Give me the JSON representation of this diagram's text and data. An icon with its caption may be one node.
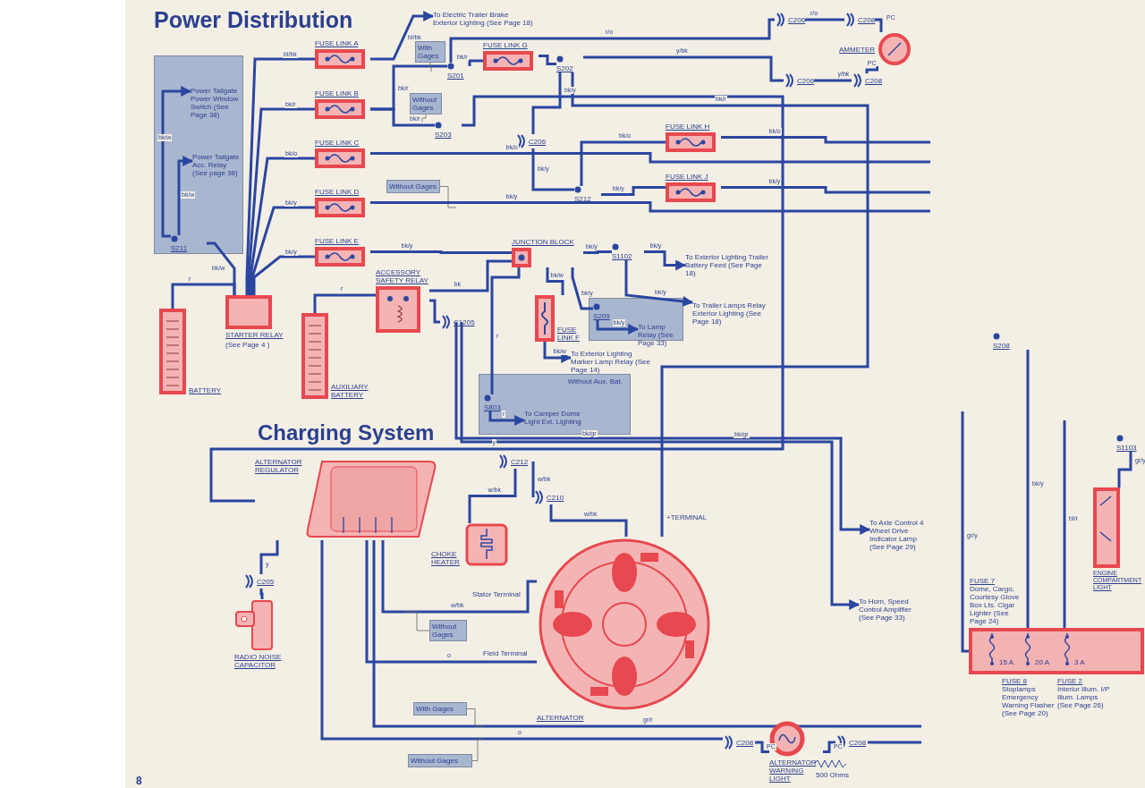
{
  "diagram": {
    "title": "Power Distribution",
    "nodes": [
      {
        "text": [],
        "shape": "box"
      },
      {
        "text": [
          "Power Tailgate Power Window Switch (See Page 38)"
        ],
        "in": 0
      },
      {
        "text": [
          "Power Tailgate Acc. Relay (See page 38)"
        ],
        "in": 0
      },
      {
        "text": [
          "S211"
        ],
        "in": 0
      },
      {
        "text": [
          "STARTER RELAY",
          "(See Page 4 )"
        ]
      },
      {
        "text": [
          "FUSE LINK A"
        ]
      },
      {
        "text": [
          "FUSE LINK B"
        ]
      },
      {
        "text": [
          "FUSE LINK C"
        ]
      },
      {
        "text": [
          "FUSE LINK D"
        ]
      },
      {
        "text": [
          "FUSE LINK E"
        ]
      },
      {
        "text": [
          "To Electric Trailer Brake Exterior Lighting (See Page 18)"
        ]
      },
      {
        "text": [
          "With Gages"
        ]
      },
      {
        "text": [
          "S201"
        ]
      },
      {
        "text": [
          "Without Gages"
        ]
      },
      {
        "text": [
          "S203"
        ]
      },
      {
        "text": [
          "FUSE LINK G"
        ]
      },
      {
        "text": [
          "S202"
        ]
      },
      {
        "text": [
          "Without Gages"
        ]
      },
      {
        "text": [
          "C206"
        ]
      },
      {
        "text": [
          "FUSE LINK H"
        ]
      },
      {
        "text": [
          "FUSE LINK J"
        ]
      },
      {
        "text": [
          "S212"
        ]
      },
      {
        "text": [
          "C206"
        ]
      },
      {
        "text": [
          "C208"
        ]
      },
      {
        "text": [
          "AMMETER"
        ]
      },
      {
        "text": [
          "C206"
        ]
      },
      {
        "text": [
          "C208"
        ]
      },
      {
        "text": [
          "JUNCTION BLOCK"
        ]
      },
      {
        "text": [
          "S1102"
        ]
      },
      {
        "text": [
          "To Exterior Lighting Trailer Battery Feed (See Page 18)"
        ]
      },
      {
        "text": [
          "To Trailer Lamps Relay Exterior Lighting (See Page 18)"
        ]
      },
      {
        "text": [],
        "shape": "box"
      },
      {
        "text": [
          "S209"
        ],
        "in": 31
      },
      {
        "text": [
          "To Lamp Relay (See Page 33)"
        ],
        "in": 31
      },
      {
        "text": [
          "FUSE LINK F"
        ]
      },
      {
        "text": [
          "To Exterior Lighting Marker Lamp Relay (See Page 14)"
        ]
      },
      {
        "text": [
          "Without Aux. Bat."
        ]
      },
      {
        "text": [
          "S803"
        ],
        "in": 36
      },
      {
        "text": [
          "To Camper Dome Light Ext. Lighting"
        ],
        "in": 36
      },
      {
        "text": [
          "BATTERY"
        ]
      },
      {
        "text": [
          "AUXILIARY BATTERY"
        ]
      },
      {
        "text": [
          "ACCESSORY SAFETY RELAY"
        ]
      },
      {
        "text": [
          "C1205"
        ]
      },
      {
        "text": [
          "ALTERNATOR REGULATOR"
        ]
      },
      {
        "text": [
          "C205"
        ]
      },
      {
        "text": [
          "RADIO NOISE CAPACITOR"
        ]
      },
      {
        "text": [
          "C212"
        ]
      },
      {
        "text": [
          "CHOKE HEATER"
        ]
      },
      {
        "text": [
          "C210"
        ]
      },
      {
        "text": [
          "ALTERNATOR"
        ]
      },
      {
        "text": [
          "Without Gages"
        ]
      },
      {
        "text": [
          "With Gages"
        ]
      },
      {
        "text": [
          "Without Gages"
        ]
      },
      {
        "text": [
          "To Axle Control 4 Wheel Drive Indicator Lamp (See Page 29)"
        ]
      },
      {
        "text": [
          "To Horn, Speed Control Amplifier (See Page 33)"
        ]
      },
      {
        "text": [
          "C208"
        ]
      },
      {
        "text": [
          "ALTERNATOR WARNING LIGHT"
        ]
      },
      {
        "text": [
          "C208"
        ]
      },
      {
        "text": [
          "S208"
        ]
      },
      {
        "text": [],
        "shape": "box"
      },
      {
        "text": [
          "FUSE 7",
          "Dome, Cargo, Courtesy Glove Box Lts. Cigar Lighter (See Page 24)"
        ]
      },
      {
        "text": [
          "FUSE 8",
          "Stoplamps Emergency Warning Flasher (See Page 20)"
        ]
      },
      {
        "text": [
          "FUSE 2",
          "Interior Illum. I/P Illum. Lamps (See Page 26)"
        ]
      },
      {
        "text": [
          "S1103"
        ]
      },
      {
        "text": [
          "ENGINE COMPARTMENT LIGHT"
        ]
      }
    ],
    "edges": [
      {
        "from": 3,
        "to": 1,
        "arrow": "to",
        "label": "bk/w"
      },
      {
        "from": 3,
        "to": 2,
        "arrow": "to",
        "label": "bk/w"
      },
      {
        "from": 4,
        "to": 3,
        "arrow": "none",
        "label": "bk/w"
      },
      {
        "from": 4,
        "to": 5,
        "arrow": "none",
        "label": "bl/bk"
      },
      {
        "from": 4,
        "to": 6,
        "arrow": "none",
        "label": "bk/r"
      },
      {
        "from": 4,
        "to": 7,
        "arrow": "none",
        "label": "bk/o"
      },
      {
        "from": 4,
        "to": 8,
        "arrow": "none",
        "label": "bk/y"
      },
      {
        "from": 4,
        "to": 9,
        "arrow": "none",
        "label": "bk/y"
      },
      {
        "from": 39,
        "to": 4,
        "arrow": "none",
        "label": "r"
      },
      {
        "from": 5,
        "to": 10,
        "arrow": "to",
        "label": "bl/bk"
      },
      {
        "from": 6,
        "to": 12,
        "arrow": "none",
        "label": "bk/r"
      },
      {
        "from": 6,
        "to": 14,
        "arrow": "none",
        "label": "bk/r"
      },
      {
        "from": 11,
        "to": null,
        "arrow": "none"
      },
      {
        "from": 13,
        "to": null,
        "arrow": "none"
      },
      {
        "from": 12,
        "to": 15,
        "arrow": "none",
        "label": "bk/r"
      },
      {
        "from": 15,
        "to": 16,
        "arrow": "none"
      },
      {
        "from": 12,
        "to": 22,
        "arrow": "none",
        "label": "r/o"
      },
      {
        "from": 22,
        "to": 23,
        "arrow": "none",
        "label": "r/o"
      },
      {
        "from": 23,
        "to": 24,
        "arrow": "none",
        "label": "PC"
      },
      {
        "from": 24,
        "to": 26,
        "arrow": "none",
        "label": "PC"
      },
      {
        "from": 26,
        "to": 25,
        "arrow": "none",
        "label": "y/bk"
      },
      {
        "from": 25,
        "to": 16,
        "arrow": "none",
        "label": "y/bk"
      },
      {
        "from": 16,
        "to": 18,
        "arrow": "none",
        "label": "bk/y"
      },
      {
        "from": 18,
        "to": 21,
        "arrow": "none",
        "label": "bk/y"
      },
      {
        "from": 21,
        "to": 19,
        "arrow": "none",
        "label": "bk/o"
      },
      {
        "from": 21,
        "to": 20,
        "arrow": "none",
        "label": "bk/y"
      },
      {
        "from": 17,
        "to": null,
        "arrow": "none"
      },
      {
        "from": 7,
        "to": null,
        "arrow": "none",
        "label": "bk/o"
      },
      {
        "from": 8,
        "to": null,
        "arrow": "none",
        "label": "bk/y"
      },
      {
        "from": 19,
        "to": null,
        "arrow": "none",
        "label": "bk/o"
      },
      {
        "from": 20,
        "to": null,
        "arrow": "none",
        "label": "bk/y"
      },
      {
        "from": 14,
        "to": 43,
        "arrow": "none",
        "label": "y"
      },
      {
        "from": 9,
        "to": 27,
        "arrow": "none",
        "label": "bk/y"
      },
      {
        "from": 27,
        "to": 28,
        "arrow": "none",
        "label": "bk/y"
      },
      {
        "from": 28,
        "to": 29,
        "arrow": "to",
        "label": "bk/y"
      },
      {
        "from": 28,
        "to": 30,
        "arrow": "to",
        "label": "bk/y"
      },
      {
        "from": 27,
        "to": 32,
        "arrow": "none",
        "label": "bk/y"
      },
      {
        "from": 32,
        "to": 33,
        "arrow": "to",
        "label": "bk/y"
      },
      {
        "from": 27,
        "to": 34,
        "arrow": "none",
        "label": "bk/w"
      },
      {
        "from": 34,
        "to": 35,
        "arrow": "to",
        "label": "bk/w"
      },
      {
        "from": 41,
        "to": 27,
        "arrow": "none",
        "label": "bk"
      },
      {
        "from": 40,
        "to": 41,
        "arrow": "none",
        "label": "r"
      },
      {
        "from": 41,
        "to": 42,
        "arrow": "none"
      },
      {
        "from": 42,
        "to": 53,
        "arrow": "to",
        "label": "bk/gr"
      },
      {
        "from": 42,
        "to": 54,
        "arrow": "to",
        "label": "bk/gr"
      },
      {
        "from": 27,
        "to": 37,
        "arrow": "none",
        "label": "r"
      },
      {
        "from": 37,
        "to": 38,
        "arrow": "to",
        "label": "r"
      },
      {
        "from": 43,
        "to": 44,
        "arrow": "none",
        "label": "y"
      },
      {
        "from": 44,
        "to": 45,
        "arrow": "none"
      },
      {
        "from": 43,
        "to": 49,
        "arrow": "none",
        "label": "o"
      },
      {
        "from": 43,
        "to": 55,
        "arrow": "none",
        "label": "o"
      },
      {
        "from": 43,
        "to": 49,
        "arrow": "none",
        "label": "w/bk"
      },
      {
        "from": 43,
        "to": null,
        "arrow": "none",
        "label": "gr/r"
      },
      {
        "from": 50,
        "to": null,
        "arrow": "none"
      },
      {
        "from": 51,
        "to": null,
        "arrow": "none"
      },
      {
        "from": 52,
        "to": null,
        "arrow": "none"
      },
      {
        "from": 46,
        "to": 47,
        "arrow": "none",
        "label": "w/bk"
      },
      {
        "from": 46,
        "to": 48,
        "arrow": "none",
        "label": "w/bk"
      },
      {
        "from": 48,
        "to": 49,
        "arrow": "none",
        "label": "w/bk"
      },
      {
        "from": 49,
        "to": 16,
        "arrow": "none",
        "label": "bk/r"
      },
      {
        "from": 55,
        "to": 56,
        "arrow": "none",
        "label": "PC"
      },
      {
        "from": 56,
        "to": 57,
        "arrow": "none",
        "label": "PC"
      },
      {
        "from": 57,
        "to": null,
        "arrow": "none"
      },
      {
        "from": 58,
        "to": 59,
        "arrow": "none",
        "label": "bk/y"
      },
      {
        "from": null,
        "to": 59,
        "arrow": "none",
        "label": "gr/y"
      },
      {
        "from": null,
        "to": 59,
        "arrow": "none",
        "label": "bl/r"
      },
      {
        "from": 63,
        "to": 64,
        "arrow": "none",
        "label": "gr/y"
      }
    ],
    "labels": [
      "Charging System",
      "+TERMINAL",
      "Stator Terminal",
      "Field Terminal",
      "500 Ohms",
      "15 A",
      "20 A",
      "3 A",
      "8"
    ]
  }
}
